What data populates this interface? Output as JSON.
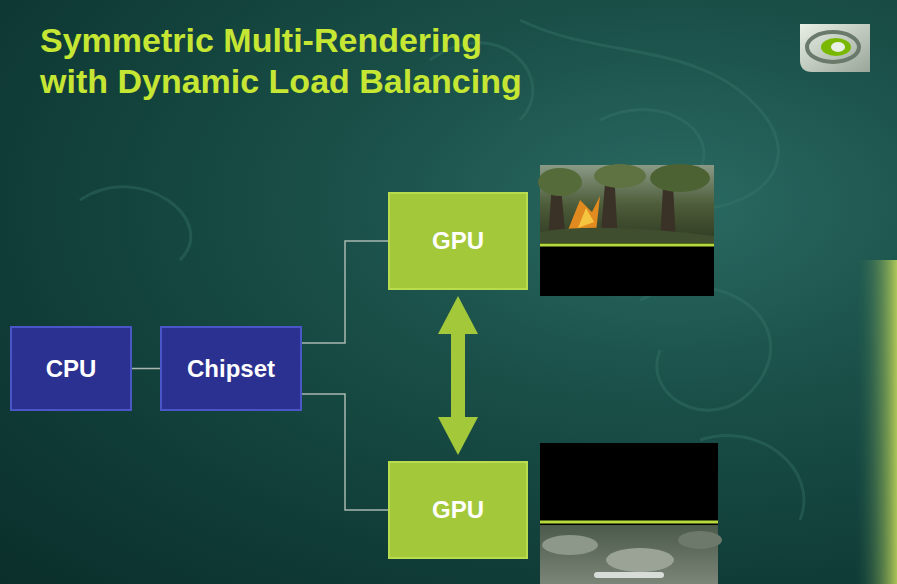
{
  "diagram": {
    "title": "Symmetric Multi-Rendering with Dynamic Load Balancing",
    "nodes": [
      {
        "text": [
          "CPU"
        ]
      },
      {
        "text": [
          "Chipset"
        ]
      },
      {
        "text": [
          "GPU"
        ]
      },
      {
        "text": [
          "GPU"
        ]
      }
    ],
    "edges": [
      {
        "from": 0,
        "to": 1,
        "arrow": "none"
      },
      {
        "from": 1,
        "to": 2,
        "arrow": "none"
      },
      {
        "from": 1,
        "to": 3,
        "arrow": "none"
      },
      {
        "from": 2,
        "to": 3,
        "arrow": "both"
      }
    ]
  }
}
